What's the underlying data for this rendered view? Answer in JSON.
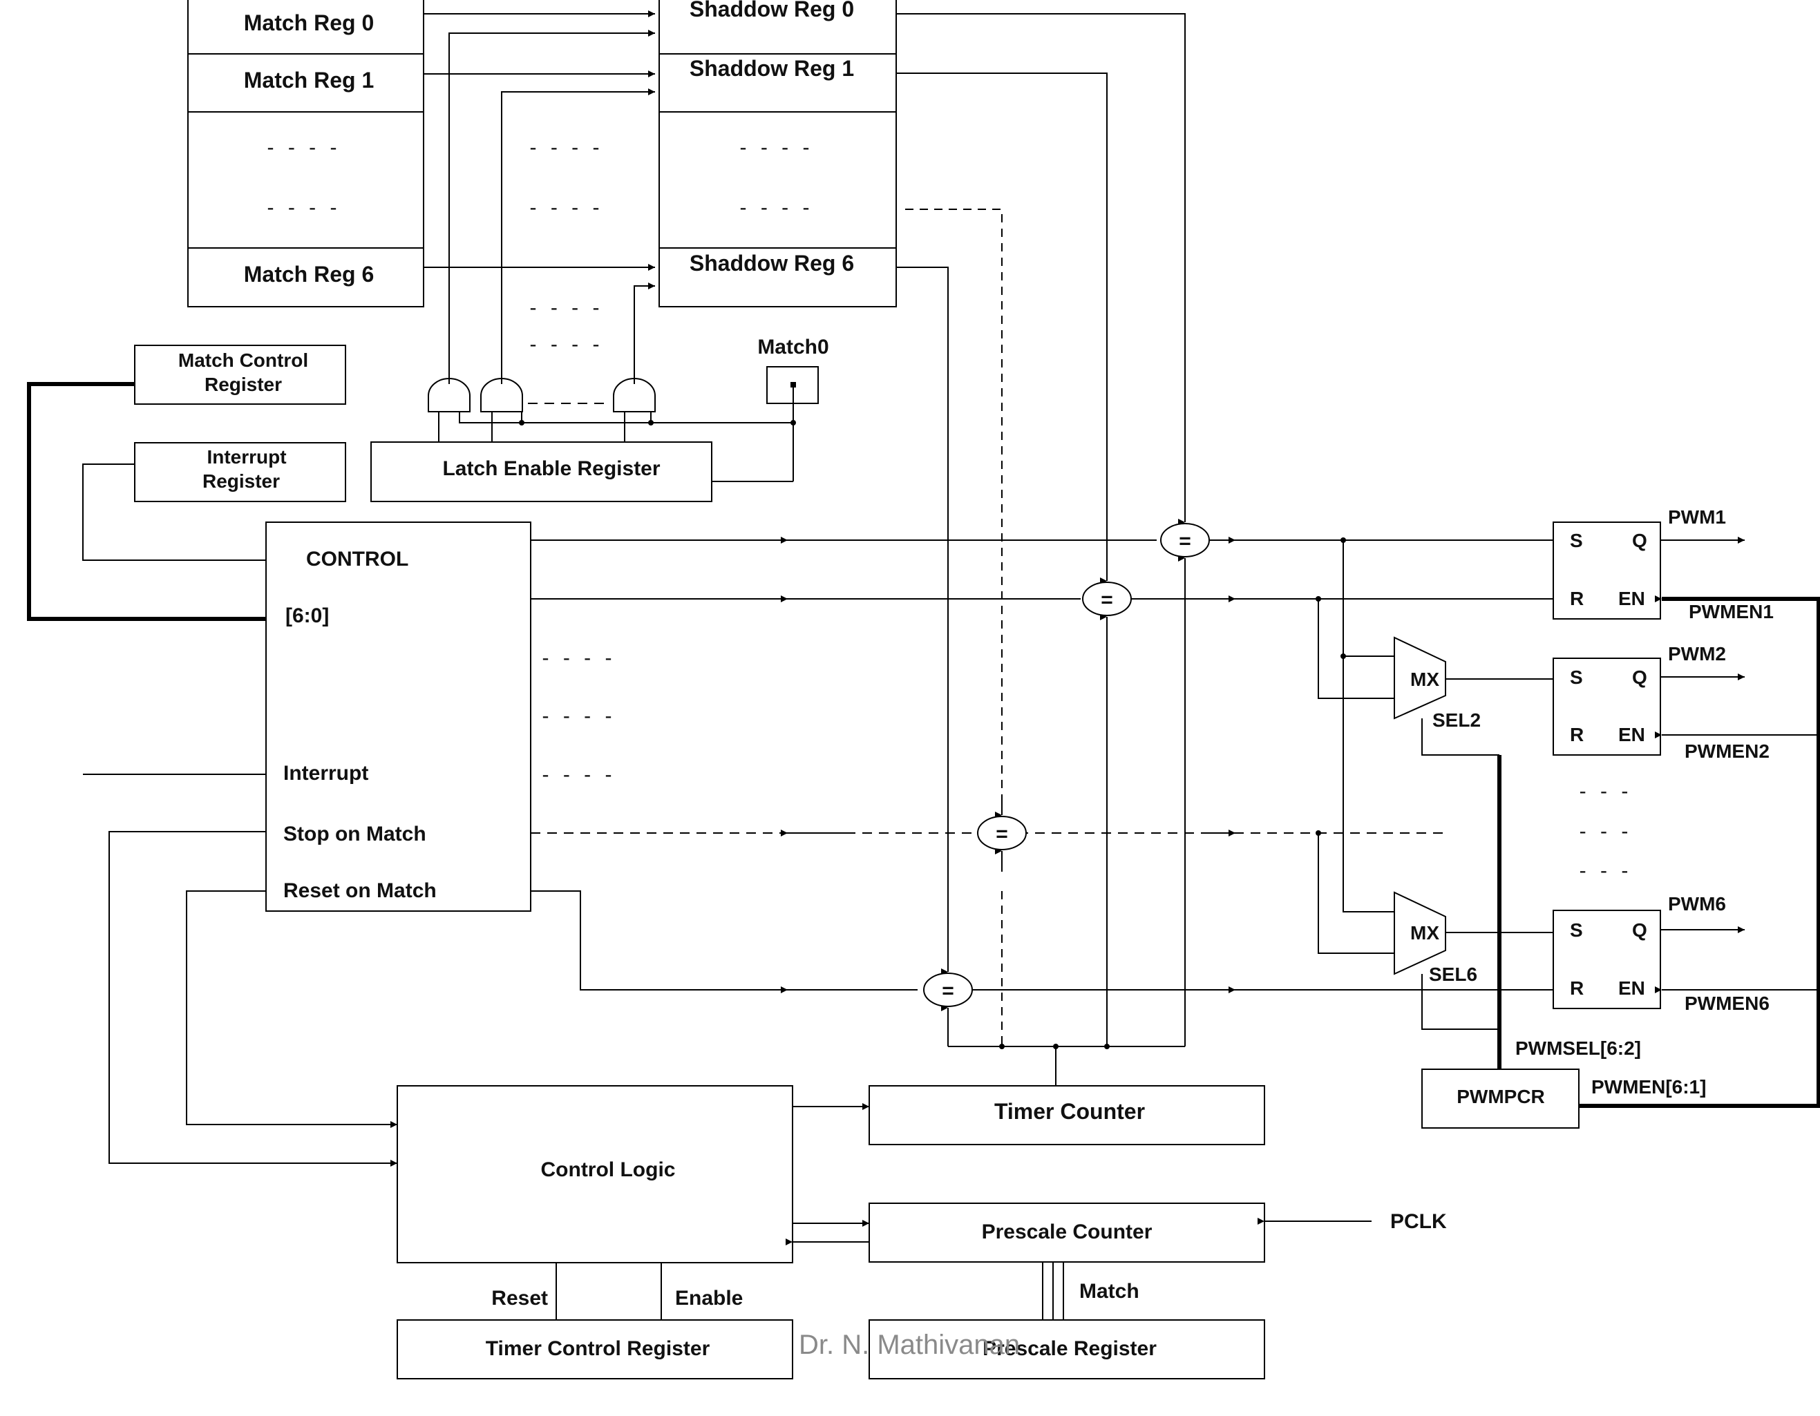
{
  "blocks": {
    "match_reg_0": "Match Reg 0",
    "match_reg_1": "Match Reg 1",
    "match_reg_6": "Match Reg 6",
    "shadow_reg_0": "Shaddow Reg 0",
    "shadow_reg_1": "Shaddow Reg 1",
    "shadow_reg_6": "Shaddow Reg 6",
    "match_control_1": "Match Control",
    "match_control_2": "Register",
    "interrupt_reg_1": "Interrupt",
    "interrupt_reg_2": "Register",
    "latch_enable": "Latch Enable Register",
    "match0": "Match0",
    "control": "CONTROL",
    "control_bus": "[6:0]",
    "interrupt": "Interrupt",
    "stop_on_match": "Stop on Match",
    "reset_on_match": "Reset on Match",
    "control_logic": "Control Logic",
    "timer_counter": "Timer Counter",
    "prescale_counter": "Prescale Counter",
    "prescale_register": "Prescale Register",
    "timer_control_register": "Timer Control Register",
    "pwmpcr": "PWMPCR"
  },
  "signals": {
    "pclk": "PCLK",
    "match": "Match",
    "reset": "Reset",
    "enable": "Enable",
    "pwm1": "PWM1",
    "pwm2": "PWM2",
    "pwm6": "PWM6",
    "pwmen1": "PWMEN1",
    "pwmen2": "PWMEN2",
    "pwmen6": "PWMEN6",
    "pwmsel": "PWMSEL[6:2]",
    "pwmen_bus": "PWMEN[6:1]",
    "sel2": "SEL2",
    "sel6": "SEL6",
    "mux": "MX",
    "ff_s": "S",
    "ff_q": "Q",
    "ff_r": "R",
    "ff_en": "EN",
    "comparator": "=",
    "ellipsis": "- - - -",
    "ellipsis_short": "- - -"
  },
  "footer": {
    "author": "Dr. N. Mathivanan"
  }
}
